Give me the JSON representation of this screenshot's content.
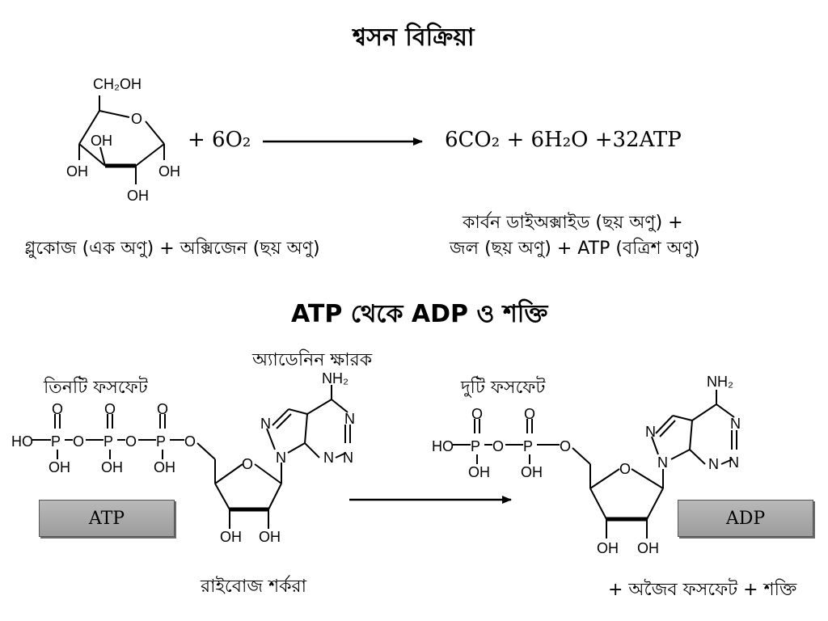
{
  "respiration": {
    "title": "শ্বসন বিক্রিয়া",
    "glucose": {
      "ch2oh": "CH₂OH",
      "ring_o": "O",
      "oh_top": "OH",
      "oh_left": "OH",
      "oh_right": "OH",
      "oh_bottom": "OH"
    },
    "reactant_term": "+ 6O₂",
    "products": "6CO₂ + 6H₂O +32ATP",
    "reactant_caption": "গ্লুকোজ (এক অণু) + অক্সিজেন (ছয় অণু)",
    "product_caption_line1": "কার্বন ডাইঅক্সাইড (ছয় অণু) +",
    "product_caption_line2": "জল (ছয় অণু) + ATP (বত্রিশ অণু)"
  },
  "atp_section": {
    "title": "ATP থেকে ADP ও শক্তি",
    "adenine_label": "অ্যাডেনিন ক্ষারক",
    "three_phosphate_label": "তিনটি ফসফেট",
    "two_phosphate_label": "দুটি ফসফেট",
    "ribose_label": "রাইবোজ শর্করা",
    "atp_badge": "ATP",
    "adp_badge": "ADP",
    "products_label": "+ অজৈব ফসফেট + শক্তি",
    "atoms": {
      "ho": "HO",
      "p": "P",
      "o": "O",
      "oh": "OH",
      "n": "N",
      "nh2": "NH₂"
    }
  },
  "colors": {
    "ink": "#000000",
    "badge_fill": "#a8a8a8",
    "badge_border": "#555555"
  }
}
